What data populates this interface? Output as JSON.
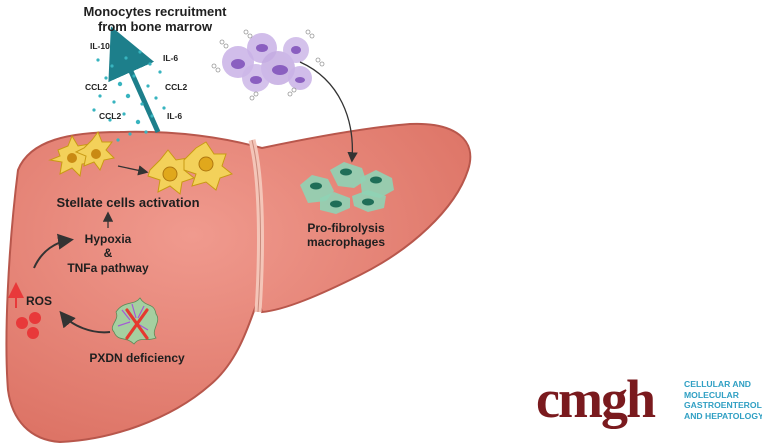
{
  "title": "Monocytes recruitment",
  "title_line2": "from bone marrow",
  "cytokines": [
    "IL-10",
    "IL-6",
    "CCL2",
    "CCL2",
    "CCL2",
    "IL-6"
  ],
  "stellate_label": "Stellate cells activation",
  "pathway_line1": "Hypoxia",
  "pathway_line2": "&",
  "pathway_line3": "TNFa pathway",
  "ros_label": "ROS",
  "deficiency_label": "PXDN deficiency",
  "macrophage_line1": "Pro-fibrolysis",
  "macrophage_line2": "macrophages",
  "logo": {
    "word": "cmgh",
    "sub": [
      "CELLULAR AND",
      "MOLECULAR",
      "GASTROENTEROLOGY",
      "AND HEPATOLOGY"
    ]
  },
  "colors": {
    "liver": "#e98477",
    "liver_edge": "#b8574c",
    "arrow_teal": "#1d7f8b",
    "dot_teal": "#38b4bf",
    "stellate": "#f1c232",
    "monocyte": "#b08bd6",
    "macrophage": "#2fa889",
    "ros": "#e8393a",
    "logo_red": "#7a1a1e",
    "logo_blue": "#2f9fc3"
  }
}
